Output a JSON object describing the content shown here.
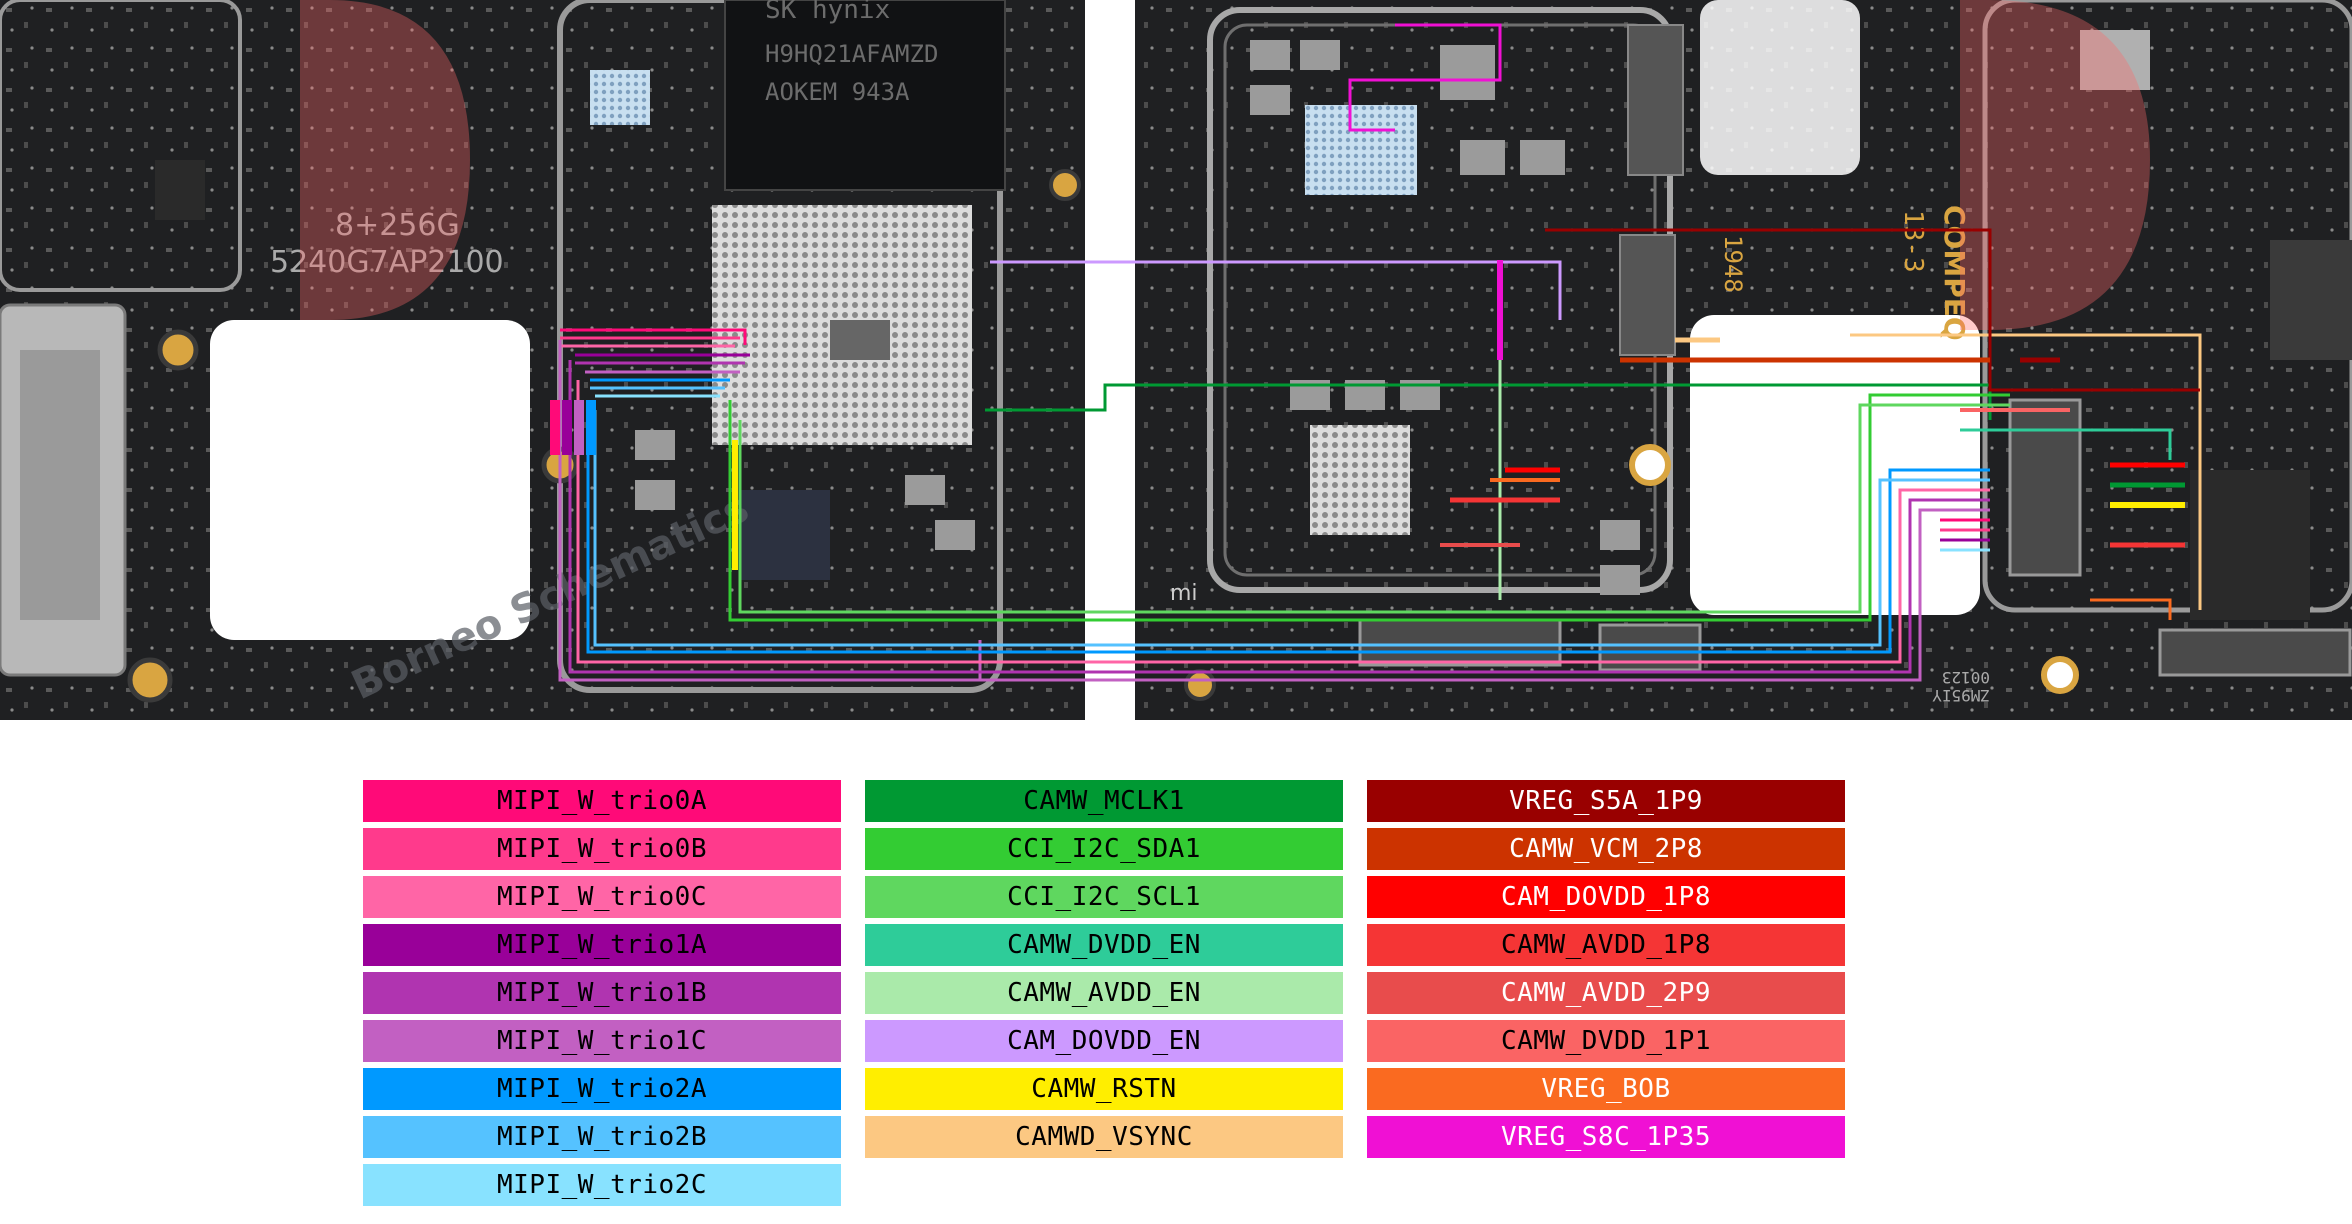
{
  "board": {
    "memory_text_1": "8+256G",
    "memory_text_2": "5240G7AP2100",
    "chip_text_1": "SK hynix",
    "chip_text_2": "H9HQ21AFAMZD",
    "chip_text_3": "AOKEM 943A",
    "right_text_1": "COMPEQ",
    "right_text_2": "13-3",
    "right_text_3": "1948",
    "right_text_4": "ZM95IY",
    "right_text_5": "00123",
    "logo_text": "mi",
    "watermark": "Borneo Schematics"
  },
  "legend": {
    "columns": [
      [
        {
          "label": "MIPI_W_trio0A",
          "color": "#ff0a78",
          "text_color": "#000000"
        },
        {
          "label": "MIPI_W_trio0B",
          "color": "#ff3a8c",
          "text_color": "#000000"
        },
        {
          "label": "MIPI_W_trio0C",
          "color": "#ff65a6",
          "text_color": "#000000"
        },
        {
          "label": "MIPI_W_trio1A",
          "color": "#990099",
          "text_color": "#000000"
        },
        {
          "label": "MIPI_W_trio1B",
          "color": "#b034b0",
          "text_color": "#000000"
        },
        {
          "label": "MIPI_W_trio1C",
          "color": "#c260c2",
          "text_color": "#000000"
        },
        {
          "label": "MIPI_W_trio2A",
          "color": "#0099ff",
          "text_color": "#000000"
        },
        {
          "label": "MIPI_W_trio2B",
          "color": "#55c2ff",
          "text_color": "#000000"
        },
        {
          "label": "MIPI_W_trio2C",
          "color": "#88e2ff",
          "text_color": "#000000"
        }
      ],
      [
        {
          "label": "CAMW_MCLK1",
          "color": "#009933",
          "text_color": "#000000"
        },
        {
          "label": "CCI_I2C_SDA1",
          "color": "#33cc33",
          "text_color": "#000000"
        },
        {
          "label": "CCI_I2C_SCL1",
          "color": "#5fd75f",
          "text_color": "#000000"
        },
        {
          "label": "CAMW_DVDD_EN",
          "color": "#2ecc99",
          "text_color": "#000000"
        },
        {
          "label": "CAMW_AVDD_EN",
          "color": "#aaeaaa",
          "text_color": "#000000"
        },
        {
          "label": "CAM_DOVDD_EN",
          "color": "#cc99ff",
          "text_color": "#000000"
        },
        {
          "label": "CAMW_RSTN",
          "color": "#ffee00",
          "text_color": "#000000"
        },
        {
          "label": "CAMWD_VSYNC",
          "color": "#fcc882",
          "text_color": "#000000"
        }
      ],
      [
        {
          "label": "VREG_S5A_1P9",
          "color": "#990000",
          "text_color": "#ffffff"
        },
        {
          "label": "CAMW_VCM_2P8",
          "color": "#cc3300",
          "text_color": "#ffffff"
        },
        {
          "label": "CAM_DOVDD_1P8",
          "color": "#ff0000",
          "text_color": "#ffffff"
        },
        {
          "label": "CAMW_AVDD_1P8",
          "color": "#f53535",
          "text_color": "#000000"
        },
        {
          "label": "CAMW_AVDD_2P9",
          "color": "#e84c4c",
          "text_color": "#ffffff"
        },
        {
          "label": "CAMW_DVDD_1P1",
          "color": "#fa6464",
          "text_color": "#000000"
        },
        {
          "label": "VREG_BOB",
          "color": "#fa6a20",
          "text_color": "#ffffff"
        },
        {
          "label": "VREG_S8C_1P35",
          "color": "#f010d4",
          "text_color": "#ffffff"
        }
      ]
    ]
  }
}
